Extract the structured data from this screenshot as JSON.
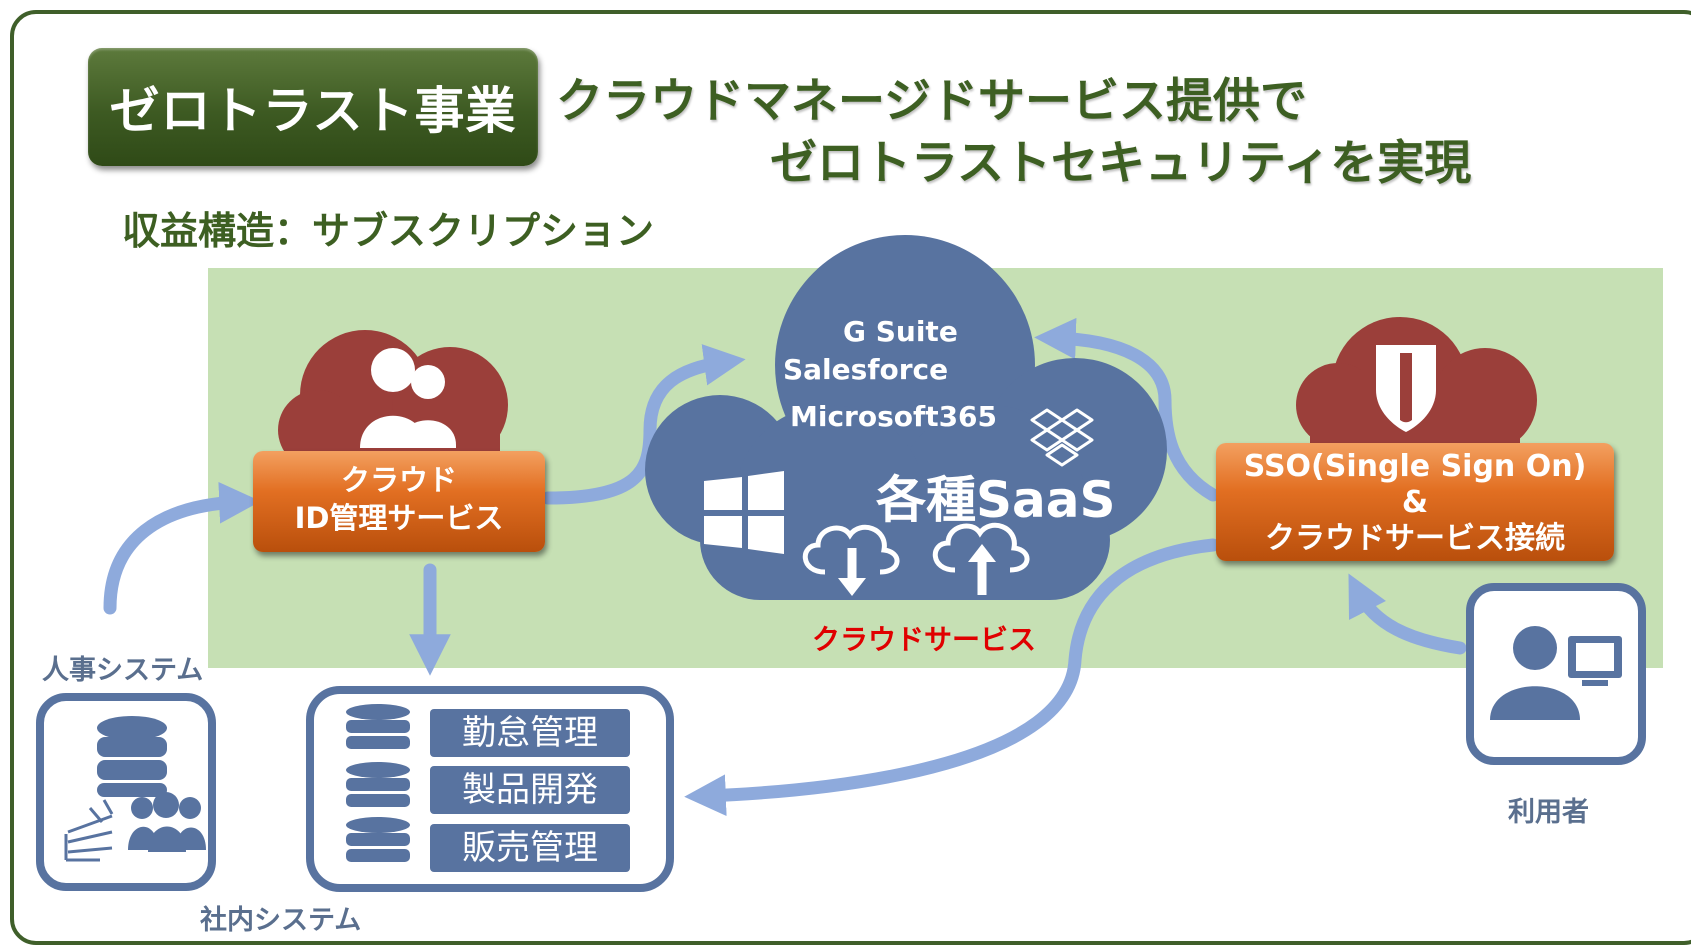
{
  "header": {
    "badge": "ゼロトラスト事業",
    "headline_line1": "クラウドマネージドサービス提供で",
    "headline_line2": "ゼロトラストセキュリティを実現",
    "revenue": "収益構造：サブスクリプション"
  },
  "idm": {
    "line1": "クラウド",
    "line2": "ID管理サービス"
  },
  "saas": {
    "items": [
      "G Suite",
      "Salesforce",
      "Microsoft365"
    ],
    "title": "各種SaaS",
    "caption": "クラウドサービス"
  },
  "sso": {
    "line1": "SSO(Single Sign On)",
    "line2": "&",
    "line3": "クラウドサービス接続"
  },
  "hr": {
    "label": "人事システム"
  },
  "internal": {
    "label": "社内システム",
    "tags": [
      "勤怠管理",
      "製品開発",
      "販売管理"
    ]
  },
  "user": {
    "label": "利用者"
  },
  "icons": [
    "users-icon",
    "shield-icon",
    "windows-icon",
    "dropbox-icon",
    "cloud-download-icon",
    "cloud-upload-icon",
    "database-icon",
    "person-computer-icon",
    "group-icon"
  ],
  "colors": {
    "green_dark": "#3d5f22",
    "green_bg": "#c6e0b4",
    "orange": "#e26f22",
    "cloud_blue": "#5873a0",
    "arrow_blue": "#8eaadc",
    "red_cloud": "#9b3f3a",
    "caption_red": "#e00000"
  }
}
